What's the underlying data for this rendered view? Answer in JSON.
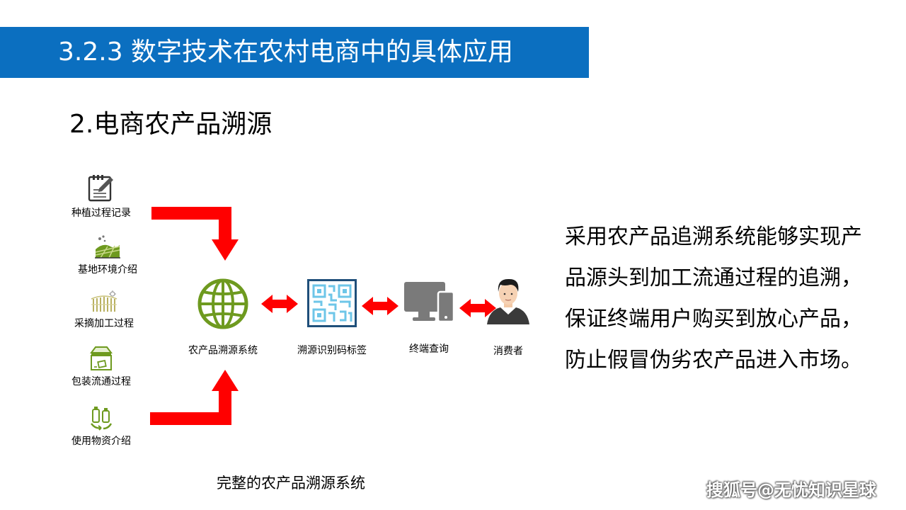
{
  "header": {
    "title": "3.2.3 数字技术在农村电商中的具体应用"
  },
  "subtitle": "2.电商农产品溯源",
  "sources": [
    {
      "label": "种植过程记录",
      "icon": "notebook-pen-icon"
    },
    {
      "label": "基地环境介绍",
      "icon": "field-landscape-icon"
    },
    {
      "label": "采摘加工过程",
      "icon": "harvest-crop-icon"
    },
    {
      "label": "包装流通过程",
      "icon": "package-box-icon"
    },
    {
      "label": "使用物资介绍",
      "icon": "recycle-bottles-icon"
    }
  ],
  "flow": [
    {
      "label": "农产品溯源系统",
      "icon": "globe-icon"
    },
    {
      "label": "溯源识别码标签",
      "icon": "qr-code-icon"
    },
    {
      "label": "终端查询",
      "icon": "computer-monitor-icon"
    },
    {
      "label": "消费者",
      "icon": "person-avatar-icon"
    }
  ],
  "description": [
    "采用农产品追溯系统能够实现产",
    "品源头到加工流通过程的追溯，",
    "保证终端用户购买到放心产品，",
    "防止假冒伪劣农产品进入市场。"
  ],
  "caption": "完整的农产品溯源系统",
  "watermark": "搜狐号@无忧知识星球",
  "colors": {
    "title_bar": "#0b6fc0",
    "arrow": "#ff0000",
    "globe_green": "#6e9a1f",
    "qr_border": "#1f4f7a",
    "qr_light": "#6ec6e8",
    "monitor_gray": "#7a7a7a"
  }
}
